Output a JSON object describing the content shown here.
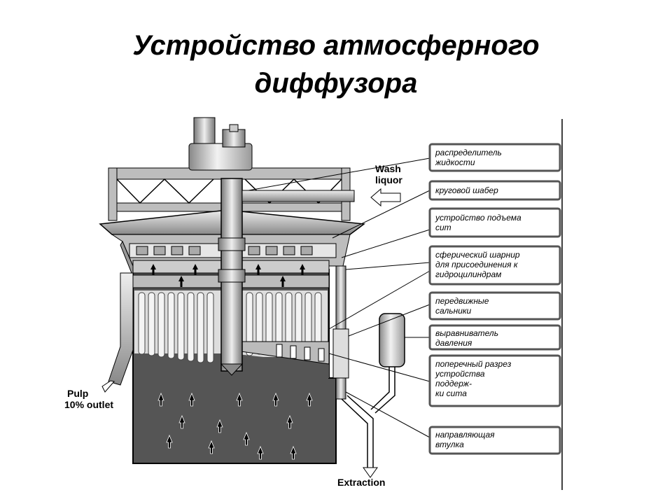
{
  "title": {
    "line1": "Устройство атмосферного",
    "line2": "диффузора"
  },
  "diagram": {
    "wash_liquor": [
      "Wash",
      "liquor"
    ],
    "pulp_outlet": [
      "Pulp",
      "10% outlet"
    ],
    "extraction": "Extraction"
  },
  "callouts": [
    {
      "lines": [
        "распределитель",
        "жидкости"
      ]
    },
    {
      "lines": [
        "круговой шабер"
      ]
    },
    {
      "lines": [
        "устройство подъема",
        "сит"
      ]
    },
    {
      "lines": [
        "сферический шарнир",
        "для присоединения к",
        "гидроцилиндрам"
      ]
    },
    {
      "lines": [
        "передвижные",
        "сальники"
      ]
    },
    {
      "lines": [
        "выравниватель",
        "давления"
      ]
    },
    {
      "lines": [
        "поперечный разрез",
        "устройства",
        "поддерж-",
        "ки сита"
      ]
    },
    {
      "lines": [
        "направляющая",
        "втулка"
      ]
    }
  ],
  "colors": {
    "vessel_fill": "#555555",
    "steel": "#a8a8a8",
    "steel_light": "#d6d6d6",
    "ink": "#000000"
  }
}
